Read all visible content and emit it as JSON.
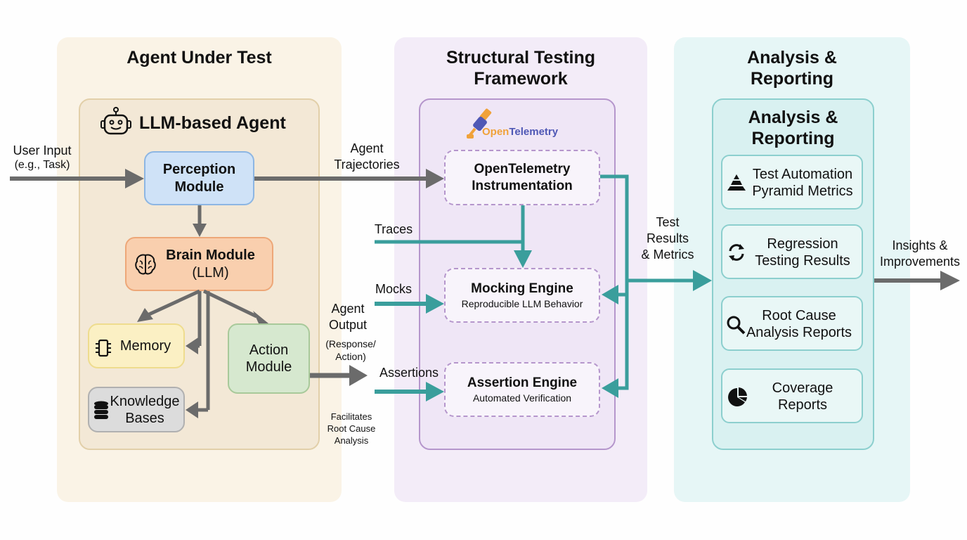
{
  "panels": {
    "agent": {
      "title": "Agent Under Test",
      "inner_title": "LLM-based Agent",
      "inner_icon": "robot-icon",
      "modules": {
        "perception": {
          "line1": "Perception",
          "line2": "Module"
        },
        "brain": {
          "line1": "Brain Module",
          "line2": "(LLM)",
          "icon": "brain-icon"
        },
        "memory": {
          "label": "Memory",
          "icon": "chip-icon"
        },
        "knowledge": {
          "line1": "Knowledge",
          "line2": "Bases",
          "icon": "database-icon"
        },
        "action": {
          "line1": "Action",
          "line2": "Module"
        }
      }
    },
    "framework": {
      "title_line1": "Structural Testing",
      "title_line2": "Framework",
      "logo": {
        "open": "Open",
        "telemetry": "Telemetry",
        "icon": "telescope-icon"
      },
      "components": {
        "instrumentation": {
          "line1": "OpenTelemetry",
          "line2": "Instrumentation"
        },
        "mocking": {
          "title": "Mocking Engine",
          "subtitle": "Reproducible LLM Behavior"
        },
        "assertion": {
          "title": "Assertion Engine",
          "subtitle": "Automated Verification"
        }
      }
    },
    "analysis": {
      "title_line1": "Analysis &",
      "title_line2": "Reporting",
      "inner_title_line1": "Analysis &",
      "inner_title_line2": "Reporting",
      "items": [
        {
          "line1": "Test Automation",
          "line2": "Pyramid Metrics",
          "icon": "pyramid-icon"
        },
        {
          "line1": "Regression",
          "line2": "Testing Results",
          "icon": "refresh-icon"
        },
        {
          "line1": "Root Cause",
          "line2": "Analysis Reports",
          "icon": "magnifier-icon"
        },
        {
          "line1": "Coverage",
          "line2": "Reports",
          "icon": "pie-chart-icon"
        }
      ]
    }
  },
  "flow_labels": {
    "user_input_line1": "User Input",
    "user_input_line2": "(e.g., Task)",
    "trajectories_line1": "Agent",
    "trajectories_line2": "Trajectories",
    "traces": "Traces",
    "mocks": "Mocks",
    "assertions": "Assertions",
    "agent_output_line1": "Agent",
    "agent_output_line2": "Output",
    "agent_output_sub1": "(Response/",
    "agent_output_sub2": "Action)",
    "facilitates_line1": "Facilitates",
    "facilitates_line2": "Root Cause",
    "facilitates_line3": "Analysis",
    "results_line1": "Test",
    "results_line2": "Results",
    "results_line3": "& Metrics",
    "insights_line1": "Insights &",
    "insights_line2": "Improvements"
  },
  "colors": {
    "gray_arrow": "#6b6b6b",
    "teal_arrow": "#3a9e9c",
    "agent_bg": "#faf3e6",
    "framework_bg": "#f3ecf8",
    "analysis_bg": "#e6f6f6"
  }
}
